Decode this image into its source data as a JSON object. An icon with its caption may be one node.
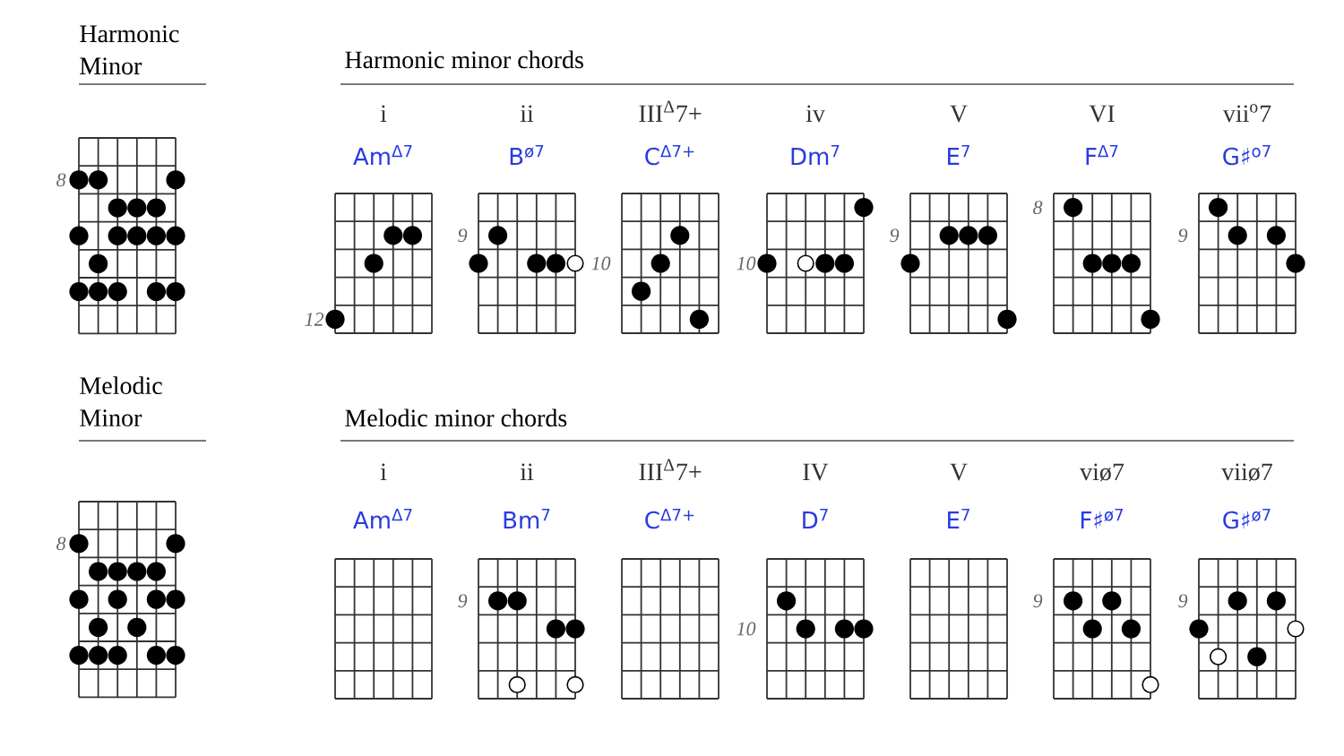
{
  "diagram": {
    "labels": [
      "Harmonic Minor",
      "Harmonic minor chords",
      "i",
      "ii",
      "III$^{Δ}$7+",
      "iv",
      "V",
      "VI",
      "vii$^{o}$7",
      "Am$^{Δ7}$",
      "B$^{ø7}$",
      "C$^{Δ7+}$",
      "Dm$^{7}$",
      "E$^{7}$",
      "F$^{Δ7}$",
      "G♯$^{o7}$",
      "8",
      "12",
      "9",
      "10",
      "10",
      "9",
      "8",
      "9",
      "Melodic Minor",
      "Melodic minor chords",
      "i",
      "ii",
      "III$^{Δ}$7+",
      "IV",
      "V",
      "viø7",
      "viiø7",
      "Am$^{Δ7}$",
      "Bm$^{7}$",
      "C$^{Δ7+}$",
      "D$^{7}$",
      "E$^{7}$",
      "F♯$^{ø7}$",
      "G♯$^{ø7}$",
      "8",
      "9",
      "10",
      "9",
      "9"
    ]
  }
}
